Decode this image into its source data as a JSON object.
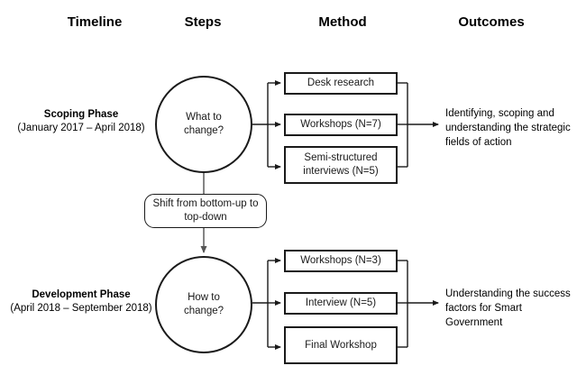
{
  "headers": {
    "timeline": "Timeline",
    "steps": "Steps",
    "method": "Method",
    "outcomes": "Outcomes"
  },
  "phases": [
    {
      "id": "scoping",
      "title": "Scoping Phase",
      "period": "(January 2017 – April 2018)",
      "step_line1": "What to",
      "step_line2": "change?",
      "methods": [
        {
          "line1": "Desk research",
          "line2": ""
        },
        {
          "line1": "Workshops (N=7)",
          "line2": ""
        },
        {
          "line1": "Semi-structured",
          "line2": "interviews (N=5)"
        }
      ],
      "outcome_line1": "Identifying, scoping and",
      "outcome_line2": "understanding the strategic",
      "outcome_line3": "fields of action"
    },
    {
      "id": "development",
      "title": "Development Phase",
      "period": "(April 2018 – September 2018)",
      "step_line1": "How to",
      "step_line2": "change?",
      "methods": [
        {
          "line1": "Workshops (N=3)",
          "line2": ""
        },
        {
          "line1": "Interview (N=5)",
          "line2": ""
        },
        {
          "line1": "Final Workshop",
          "line2": ""
        }
      ],
      "outcome_line1": "Understanding the success",
      "outcome_line2": "factors for Smart",
      "outcome_line3": "Government"
    }
  ],
  "transition": {
    "line1": "Shift from bottom-up",
    "line2": "to top-down"
  },
  "colors": {
    "stroke": "#1a1a1a",
    "connector": "#4d4d4d",
    "background": "#ffffff"
  }
}
